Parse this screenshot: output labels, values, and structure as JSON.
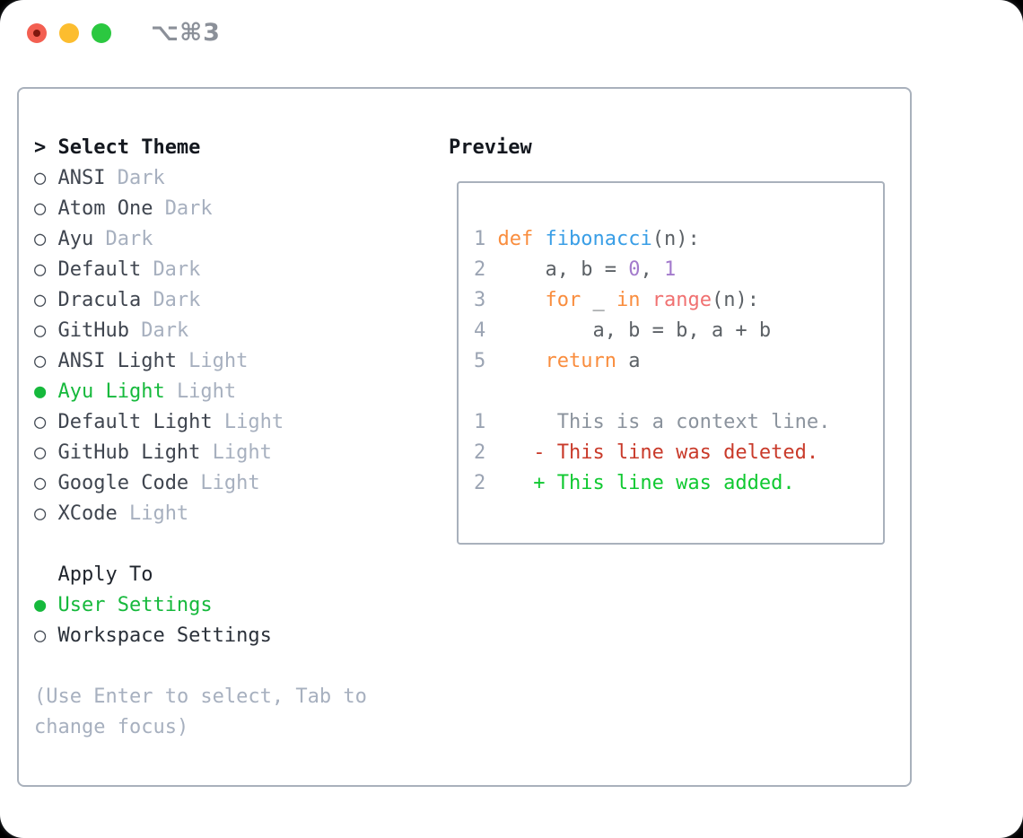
{
  "window": {
    "title": "⌥⌘3",
    "traffic_lights": [
      "close",
      "minimize",
      "zoom"
    ]
  },
  "colors": {
    "accent_green": "#16b93c",
    "keyword": "#f98d3e",
    "function": "#399ee6",
    "number": "#a37acc",
    "special": "#f07171",
    "code_text": "#5c6166",
    "line_number": "#9ba4b3",
    "context": "#8b939d",
    "deleted": "#c93a2a",
    "added": "#10c931",
    "muted_suffix": "#a7b0bf",
    "panel_border": "#a9b1bc"
  },
  "icons": {
    "prompt": ">",
    "radio_selected": "●",
    "radio_unselected": "○"
  },
  "theme_list": {
    "header": "Select Theme",
    "items": [
      {
        "name": "ANSI",
        "variant": "Dark",
        "selected": false
      },
      {
        "name": "Atom One",
        "variant": "Dark",
        "selected": false
      },
      {
        "name": "Ayu",
        "variant": "Dark",
        "selected": false
      },
      {
        "name": "Default",
        "variant": "Dark",
        "selected": false
      },
      {
        "name": "Dracula",
        "variant": "Dark",
        "selected": false
      },
      {
        "name": "GitHub",
        "variant": "Dark",
        "selected": false
      },
      {
        "name": "ANSI Light",
        "variant": "Light",
        "selected": false
      },
      {
        "name": "Ayu Light",
        "variant": "Light",
        "selected": true
      },
      {
        "name": "Default Light",
        "variant": "Light",
        "selected": false
      },
      {
        "name": "GitHub Light",
        "variant": "Light",
        "selected": false
      },
      {
        "name": "Google Code",
        "variant": "Light",
        "selected": false
      },
      {
        "name": "XCode",
        "variant": "Light",
        "selected": false
      }
    ]
  },
  "apply_to": {
    "header": "Apply To",
    "items": [
      {
        "label": "User Settings",
        "selected": true
      },
      {
        "label": "Workspace Settings",
        "selected": false
      }
    ]
  },
  "help_text": "(Use Enter to select, Tab to change focus)",
  "preview": {
    "header": "Preview",
    "code_lines": [
      {
        "num": "1",
        "tokens": [
          {
            "t": "def",
            "c": "keyword"
          },
          {
            "t": " ",
            "c": "code_text"
          },
          {
            "t": "fibonacci",
            "c": "function"
          },
          {
            "t": "(n):",
            "c": "code_text"
          }
        ]
      },
      {
        "num": "2",
        "tokens": [
          {
            "t": "    a, b = ",
            "c": "code_text"
          },
          {
            "t": "0",
            "c": "number"
          },
          {
            "t": ", ",
            "c": "code_text"
          },
          {
            "t": "1",
            "c": "number"
          }
        ]
      },
      {
        "num": "3",
        "tokens": [
          {
            "t": "    ",
            "c": "code_text"
          },
          {
            "t": "for",
            "c": "keyword"
          },
          {
            "t": " _ ",
            "c": "code_text"
          },
          {
            "t": "in",
            "c": "keyword"
          },
          {
            "t": " ",
            "c": "code_text"
          },
          {
            "t": "range",
            "c": "special"
          },
          {
            "t": "(n):",
            "c": "code_text"
          }
        ]
      },
      {
        "num": "4",
        "tokens": [
          {
            "t": "        a, b = b, a + b",
            "c": "code_text"
          }
        ]
      },
      {
        "num": "5",
        "tokens": [
          {
            "t": "    ",
            "c": "code_text"
          },
          {
            "t": "return",
            "c": "keyword"
          },
          {
            "t": " a",
            "c": "code_text"
          }
        ]
      }
    ],
    "diff_lines": [
      {
        "num": "1",
        "marker": " ",
        "text": "This is a context line.",
        "type": "context"
      },
      {
        "num": "2",
        "marker": "-",
        "text": "This line was deleted.",
        "type": "deleted"
      },
      {
        "num": "2",
        "marker": "+",
        "text": "This line was added.",
        "type": "added"
      }
    ]
  }
}
